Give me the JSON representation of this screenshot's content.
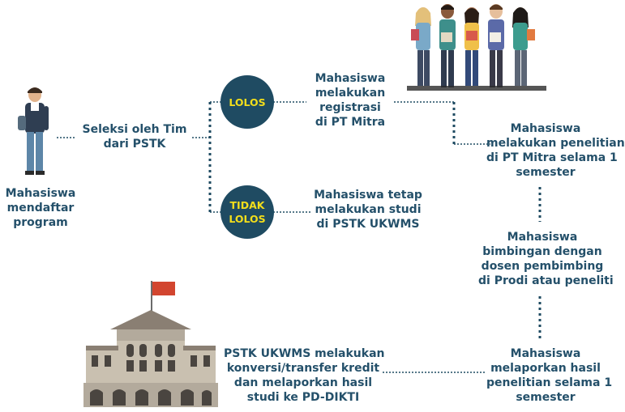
{
  "nodes": {
    "mahasiswa_mendaftar": [
      "Mahasiswa",
      "mendaftar",
      "program"
    ],
    "seleksi": [
      "Seleksi oleh Tim",
      "dari PSTK"
    ],
    "lolos": "LOLOS",
    "tidak_lolos": [
      "TIDAK",
      "LOLOS"
    ],
    "registrasi": [
      "Mahasiswa",
      "melakukan",
      "registrasi",
      "di PT Mitra"
    ],
    "tetap": [
      "Mahasiswa tetap",
      "melakukan studi",
      "di PSTK UKWMS"
    ],
    "penelitian": [
      "Mahasiswa",
      "melakukan penelitian",
      "di PT Mitra selama 1",
      "semester"
    ],
    "bimbingan": [
      "Mahasiswa",
      "bimbingan dengan",
      "dosen pembimbing",
      "di Prodi atau peneliti"
    ],
    "melaporkan": [
      "Mahasiswa",
      "melaporkan hasil",
      "penelitian selama 1",
      "semester"
    ],
    "pstk_konversi": [
      "PSTK UKWMS melakukan",
      "konversi/transfer kredit",
      "dan melaporkan hasil",
      "studi ke PD-DIKTI"
    ]
  },
  "colors": {
    "text": "#24506a",
    "circle": "#1f4b62",
    "circle_text": "#f3de1b",
    "connector": "#1f4b62",
    "flag": "#d2452f"
  }
}
